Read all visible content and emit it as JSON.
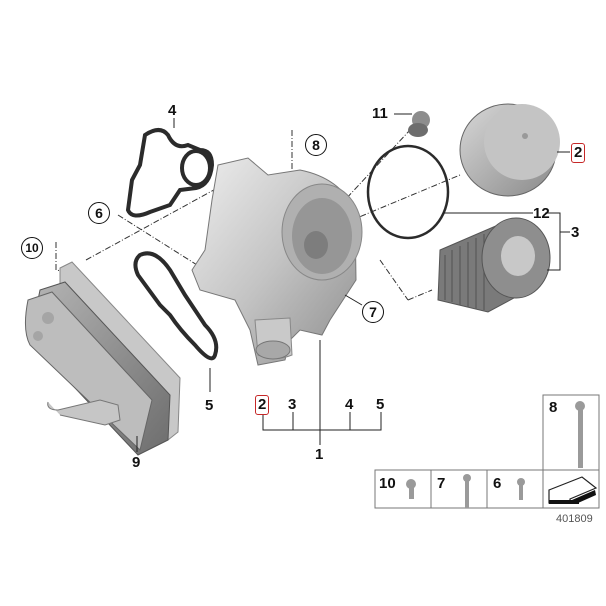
{
  "diagram": {
    "type": "exploded parts diagram",
    "subject": "Oil filter housing assembly with oil cooler",
    "reference_number": "401809",
    "part_labels": [
      {
        "id": "1",
        "style": "plain"
      },
      {
        "id": "2",
        "style": "red-box"
      },
      {
        "id": "3",
        "style": "plain"
      },
      {
        "id": "4",
        "style": "plain"
      },
      {
        "id": "5",
        "style": "plain"
      },
      {
        "id": "6",
        "style": "circled"
      },
      {
        "id": "7",
        "style": "circled"
      },
      {
        "id": "8",
        "style": "circled"
      },
      {
        "id": "9",
        "style": "plain"
      },
      {
        "id": "10",
        "style": "circled"
      },
      {
        "id": "11",
        "style": "plain"
      },
      {
        "id": "12",
        "style": "plain"
      }
    ],
    "labels": {
      "l1": "1",
      "l2_top": "2",
      "l2_bottom": "2",
      "l3_right": "3",
      "l3_bottom": "3",
      "l4_top": "4",
      "l4_bottom": "4",
      "l5_left": "5",
      "l5_bottom": "5",
      "l6": "6",
      "l7": "7",
      "l8": "8",
      "l9": "9",
      "l10": "10",
      "l11": "11",
      "l12": "12"
    },
    "group_1_members": [
      "2",
      "3",
      "4",
      "5"
    ],
    "group_3_members": [
      "12",
      "2"
    ],
    "colors": {
      "highlight_box": "#c62828",
      "line": "#222222",
      "part_gray": "#9a9a9a",
      "part_light": "#d4d4d4"
    }
  },
  "legend": {
    "cells": [
      {
        "number": "8",
        "part": "long flange bolt"
      },
      {
        "number": "10",
        "part": "short flange bolt"
      },
      {
        "number": "7",
        "part": "medium flange bolt"
      },
      {
        "number": "6",
        "part": "small flange bolt"
      },
      {
        "number": "",
        "part": "direction arrow"
      }
    ],
    "ref": "401809"
  }
}
